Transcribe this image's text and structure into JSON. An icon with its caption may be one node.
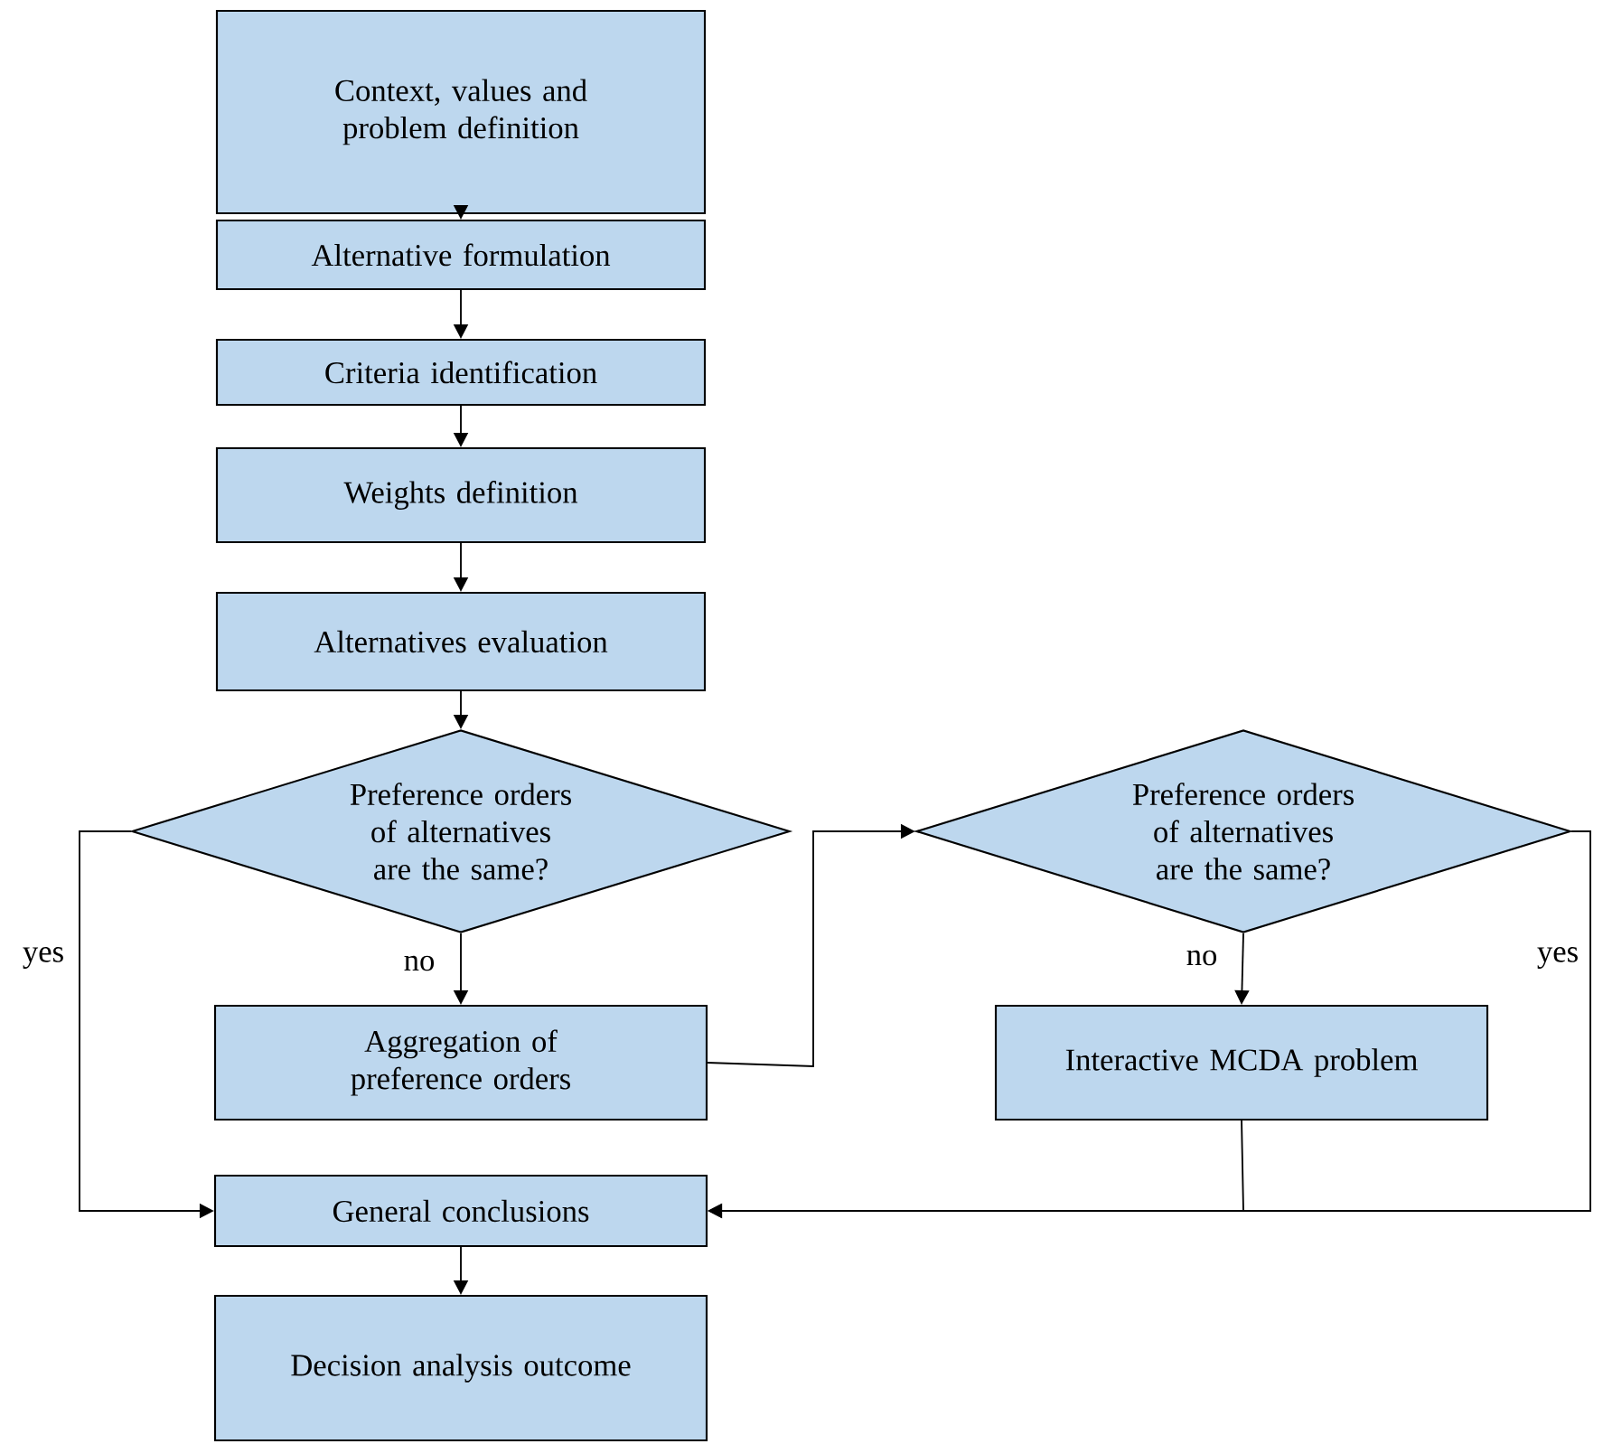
{
  "diagram": {
    "nodes": [
      {
        "text": [
          "Context, values and problem definition"
        ]
      },
      {
        "text": [
          "Alternative formulation"
        ]
      },
      {
        "text": [
          "Criteria identification"
        ]
      },
      {
        "text": [
          "Weights definition"
        ]
      },
      {
        "text": [
          "Alternatives evaluation"
        ]
      },
      {
        "text": [
          "Preference orders of alternatives are the same?"
        ]
      },
      {
        "text": [
          "Preference orders of alternatives are the same?"
        ]
      },
      {
        "text": [
          "Aggregation of preference orders"
        ]
      },
      {
        "text": [
          "Interactive MCDA problem"
        ]
      },
      {
        "text": [
          "General conclusions"
        ]
      },
      {
        "text": [
          "Decision analysis outcome"
        ]
      }
    ],
    "edges": [
      {
        "from": 0,
        "to": 1,
        "arrow": "to"
      },
      {
        "from": 1,
        "to": 2,
        "arrow": "to"
      },
      {
        "from": 2,
        "to": 3,
        "arrow": "to"
      },
      {
        "from": 3,
        "to": 4,
        "arrow": "to"
      },
      {
        "from": 4,
        "to": 5,
        "arrow": "to"
      },
      {
        "from": 5,
        "to": 7,
        "arrow": "to",
        "label": "no"
      },
      {
        "from": 5,
        "to": 9,
        "arrow": "to",
        "label": "yes"
      },
      {
        "from": 7,
        "to": 6,
        "arrow": "to"
      },
      {
        "from": 6,
        "to": 8,
        "arrow": "to",
        "label": "no"
      },
      {
        "from": 6,
        "to": 9,
        "arrow": "to",
        "label": "yes"
      },
      {
        "from": 8,
        "to": 9,
        "arrow": "to"
      },
      {
        "from": 9,
        "to": 10,
        "arrow": "to"
      }
    ]
  }
}
